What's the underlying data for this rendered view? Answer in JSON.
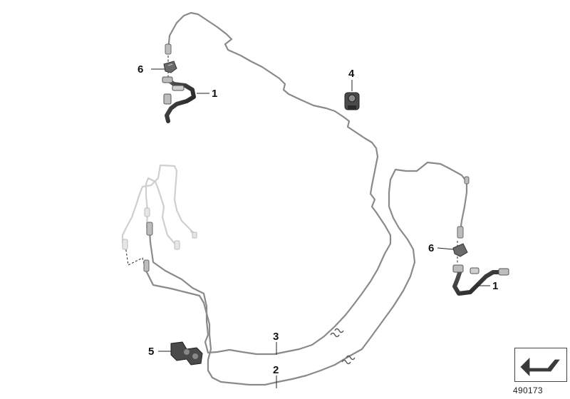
{
  "diagram": {
    "callouts": {
      "brake_hose_upper_left": "1",
      "brake_hose_right": "1",
      "brake_line_lower": "2",
      "brake_line_upper": "3",
      "holder": "4",
      "clip": "5",
      "clamp_upper_left": "6",
      "clamp_right": "6"
    },
    "diagram_number": "490173"
  },
  "colors": {
    "line_dark": "#8a8a8a",
    "line_light": "#c9c9c9",
    "part_dark": "#3a3a3a",
    "callout_text": "#111111"
  },
  "icons": {
    "navigation": "arrow-box-icon"
  }
}
